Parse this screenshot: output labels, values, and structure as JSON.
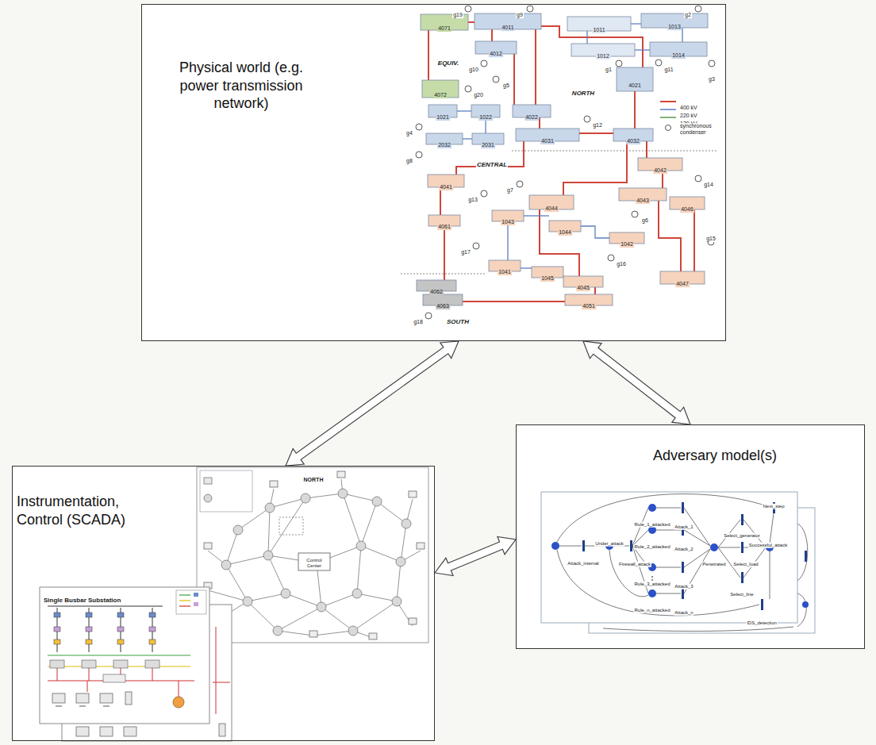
{
  "diagram": {
    "nodes": [
      {
        "text": [
          "Physical world (e.g. power transmission network)"
        ]
      },
      {
        "text": [
          "Instrumentation, Control (SCADA)"
        ]
      },
      {
        "text": [
          "Adversary model(s)"
        ]
      }
    ],
    "edges": [
      {
        "from": 0,
        "to": 1,
        "arrow": "both"
      },
      {
        "from": 0,
        "to": 2,
        "arrow": "both"
      },
      {
        "from": 1,
        "to": 2,
        "arrow": "both"
      }
    ],
    "labels": [
      "4071",
      "4072",
      "4011",
      "1011",
      "1013",
      "4012",
      "1012",
      "1014",
      "4021",
      "1021",
      "1022",
      "4022",
      "2032",
      "2031",
      "4031",
      "4032",
      "4041",
      "4042",
      "4043",
      "4046",
      "4044",
      "1043",
      "4061",
      "1044",
      "1042",
      "1041",
      "1045",
      "4047",
      "4045",
      "4062",
      "4063",
      "4051",
      "g19",
      "g9",
      "g2",
      "g3",
      "g1",
      "g11",
      "g10",
      "g5",
      "g20",
      "g4",
      "g12",
      "g8",
      "g13",
      "g7",
      "g14",
      "g6",
      "g17",
      "g16",
      "g15",
      "g18",
      "EQUIV.",
      "NORTH",
      "CENTRAL",
      "SOUTH",
      "NORTH",
      "Control Center",
      "Single Busbar Substation",
      "Attack_interval",
      "Under_attack",
      "Firewall_attack",
      "Rule_1_attacked",
      "Attack_1",
      "Rule_2_attacked",
      "Attack_2",
      "Rule_3_attacked",
      "Attack_3",
      "Rule_n_attacked",
      "Attack_n",
      "Select_generator",
      "Penetrated",
      "Select_load",
      "Select_line",
      "Successful_attack",
      "Next_step",
      "IDS_detection"
    ],
    "legend": [
      {
        "text": "400 kV"
      },
      {
        "text": "220 kV"
      },
      {
        "text": "130 kV"
      },
      {
        "text": "synchronous condenser"
      }
    ]
  }
}
